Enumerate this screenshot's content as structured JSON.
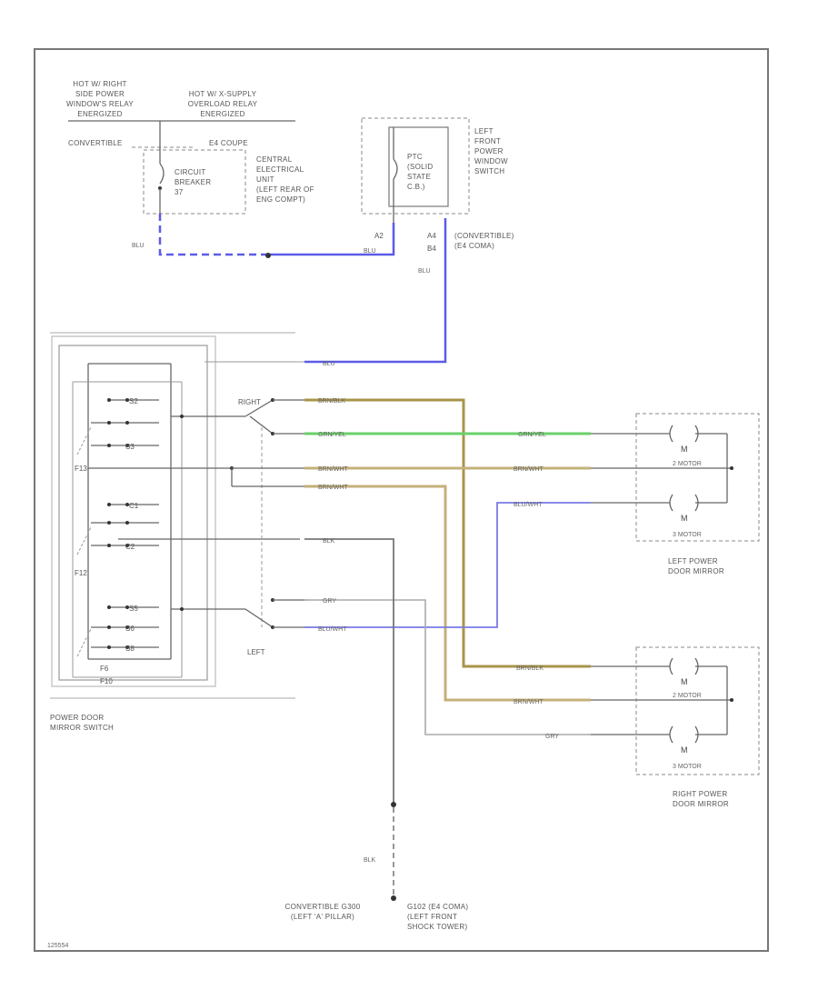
{
  "hot_labels": {
    "right_relay": [
      "HOT W/ RIGHT",
      "SIDE POWER",
      "WINDOW'S RELAY",
      "ENERGIZED"
    ],
    "supply_relay": [
      "HOT W/ X-SUPPLY",
      "OVERLOAD RELAY",
      "ENERGIZED"
    ]
  },
  "fuse_area": {
    "convertible": "CONVERTIBLE",
    "e4_coupe": "E4 COUPE",
    "breaker": [
      "CIRCUIT",
      "BREAKER",
      "37"
    ],
    "central_unit": [
      "CENTRAL",
      "ELECTRICAL",
      "UNIT",
      "(LEFT REAR OF",
      "ENG COMPT)"
    ]
  },
  "left_window_switch": {
    "title": [
      "LEFT",
      "FRONT",
      "POWER",
      "WINDOW",
      "SWITCH"
    ],
    "inner": [
      "PTC",
      "(SOLID",
      "STATE",
      "C.B.)"
    ],
    "pin_a2": "A2",
    "pin_a4": "A4",
    "pin_b4": "B4",
    "note": [
      "(CONVERTIBLE)",
      "(E4 COMA)"
    ]
  },
  "wire_colors": {
    "blu": "BLU",
    "brn_blk": "BRN/BLK",
    "grn_yel": "GRN/YEL",
    "brn_wht": "BRN/WHT",
    "blu_wht": "BLU/WHT",
    "gry": "GRY",
    "blk": "BLK"
  },
  "mirror_switch": {
    "title": [
      "POWER DOOR",
      "MIRROR SWITCH"
    ],
    "right": "RIGHT",
    "left": "LEFT",
    "pins": [
      "F13",
      "F12",
      "F10",
      "F6"
    ],
    "contacts": [
      "S2",
      "S3",
      "C1",
      "C2",
      "S5",
      "S6",
      "S8"
    ]
  },
  "left_mirror": {
    "title": [
      "LEFT POWER",
      "DOOR MIRROR"
    ],
    "motor1": "2 MOTOR",
    "motor2": "3 MOTOR",
    "m": "M"
  },
  "right_mirror": {
    "title": [
      "RIGHT POWER",
      "DOOR MIRROR"
    ],
    "motor1": "2 MOTOR",
    "motor2": "3 MOTOR",
    "m": "M"
  },
  "grounds": {
    "g_left": [
      "CONVERTIBLE G300",
      "(LEFT 'A' PILLAR)"
    ],
    "g_right": [
      "G102 (E4 COMA)",
      "(LEFT FRONT",
      "SHOCK TOWER)"
    ]
  },
  "footer_code": "125554"
}
